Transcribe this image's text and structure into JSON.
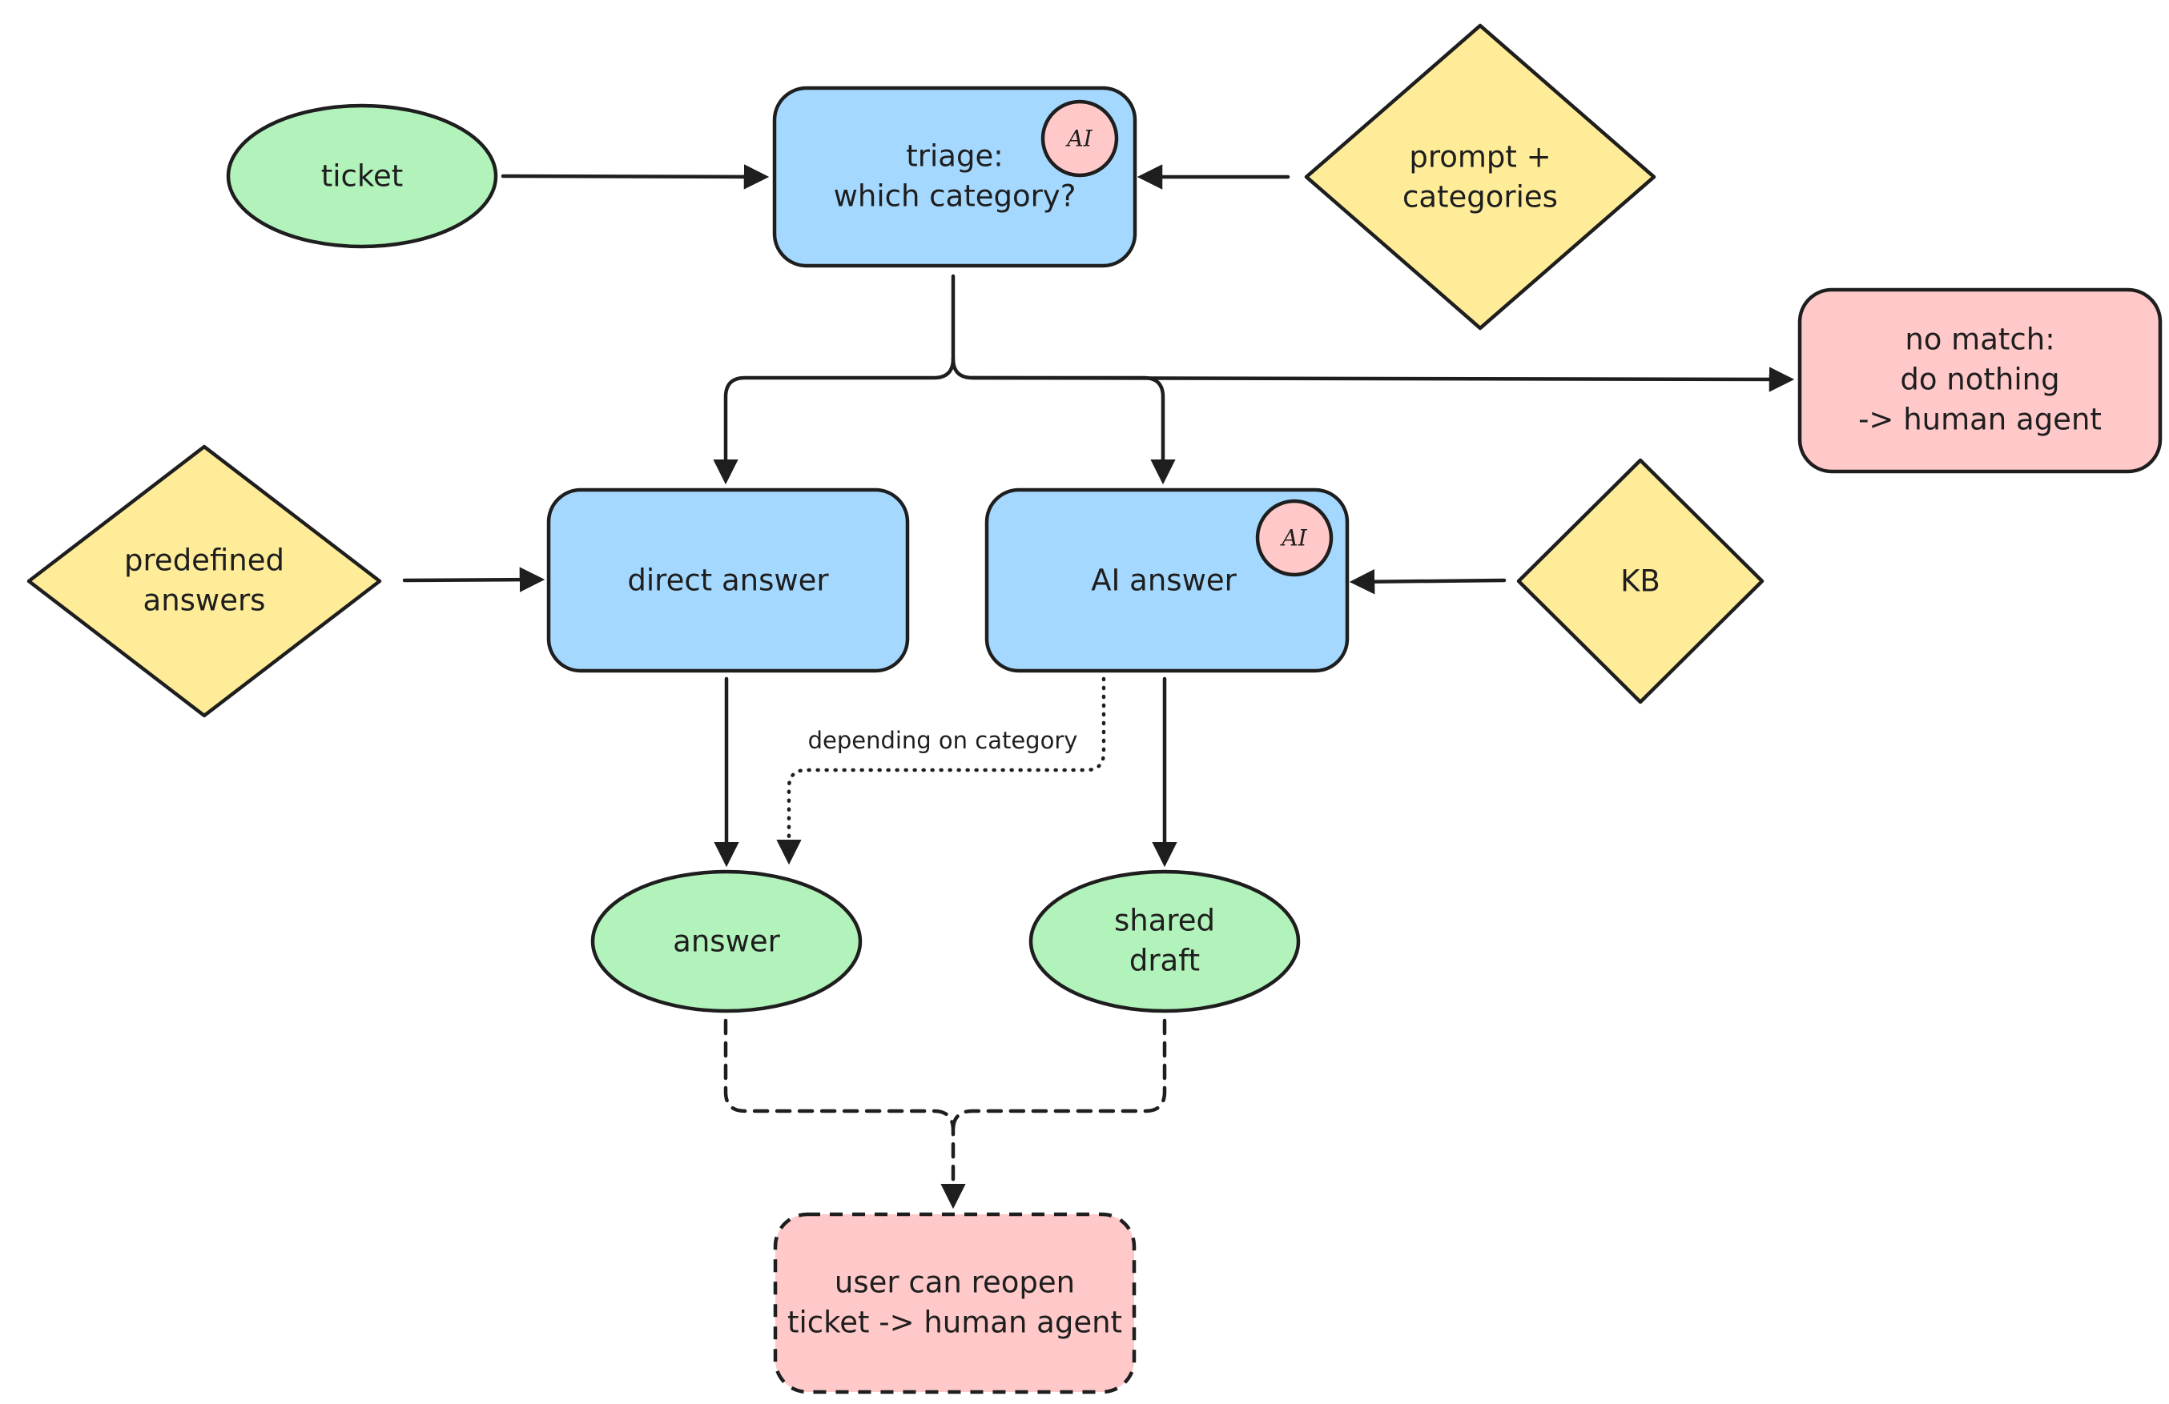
{
  "colors": {
    "ellipse": "#b2f2bb",
    "process": "#a5d8ff",
    "input": "#ffec99",
    "human": "#ffc9c9",
    "ai_badge": "#ffc9c9",
    "stroke": "#1e1e1e"
  },
  "nodes": {
    "ticket": {
      "label": "ticket"
    },
    "triage": {
      "lines": [
        "triage:",
        "which category?"
      ],
      "badge": "AI"
    },
    "prompt": {
      "lines": [
        "prompt +",
        "categories"
      ]
    },
    "no_match": {
      "lines": [
        "no match:",
        "do nothing",
        "-> human agent"
      ]
    },
    "predefined": {
      "lines": [
        "predefined",
        "answers"
      ]
    },
    "direct_answer": {
      "label": "direct answer"
    },
    "ai_answer": {
      "label": "AI answer",
      "badge": "AI"
    },
    "kb": {
      "label": "KB"
    },
    "answer": {
      "label": "answer"
    },
    "shared_draft": {
      "lines": [
        "shared",
        "draft"
      ]
    },
    "reopen": {
      "lines": [
        "user can reopen",
        "ticket -> human agent"
      ]
    }
  },
  "edges": {
    "depending_label": "depending on category"
  }
}
